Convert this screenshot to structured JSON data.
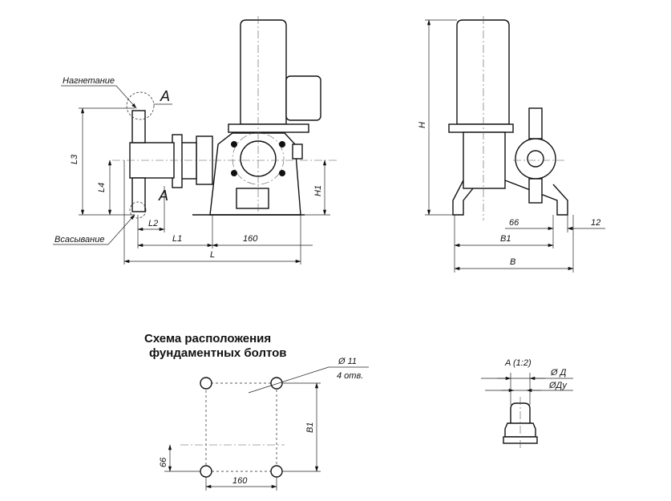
{
  "front_view": {
    "discharge_label": "Нагнетание",
    "suction_label": "Всасывание",
    "detail_mark_top": "A",
    "detail_mark_bottom": "A",
    "dims": {
      "L3": "L3",
      "L4": "L4",
      "L2": "L2",
      "L1": "L1",
      "base": "160",
      "L": "L",
      "H1": "H1"
    }
  },
  "side_view": {
    "dims": {
      "H": "H",
      "offset": "66",
      "foot": "12",
      "B1": "B1",
      "B": "B"
    }
  },
  "bolt_scheme": {
    "title_line1": "Схема расположения",
    "title_line2": "фундаментных болтов",
    "hole_diameter": "Ø 11",
    "hole_count": "4 отв.",
    "dims": {
      "B1": "B1",
      "offset": "66",
      "spacing": "160"
    }
  },
  "detail_a": {
    "title": "A (1:2)",
    "outer_diameter": "Ø Д",
    "nominal_diameter": "ØДу"
  }
}
